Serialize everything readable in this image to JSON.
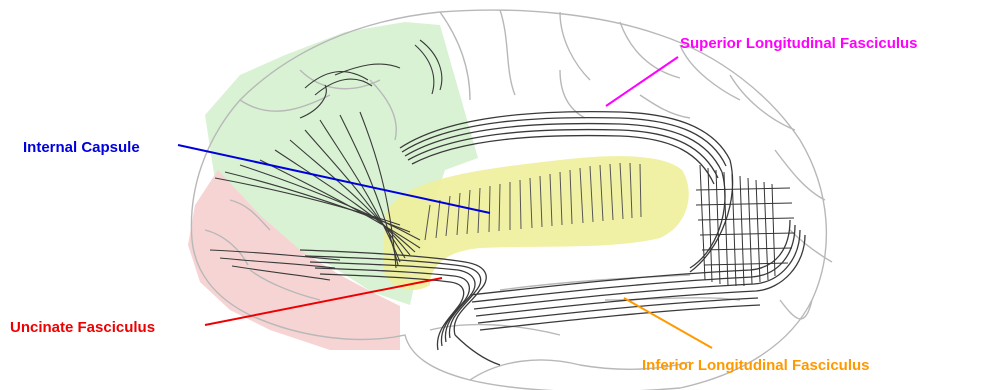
{
  "diagram": {
    "labels": {
      "superior_longitudinal": "Superior Longitudinal Fasciculus",
      "internal_capsule": "Internal Capsule",
      "uncinate": "Uncinate Fasciculus",
      "inferior_longitudinal": "Inferior Longitudinal Fasciculus"
    },
    "colors": {
      "superior_longitudinal": "#ff00ff",
      "internal_capsule": "#0000dd",
      "uncinate": "#ee0000",
      "inferior_longitudinal": "#ff9900",
      "frontal_region": "#d9f2d4",
      "prefrontal_region": "#f7d4d4",
      "capsule_region": "#eef09a",
      "fiber": "#3a3a3a",
      "outline": "#b8b8b8"
    }
  }
}
